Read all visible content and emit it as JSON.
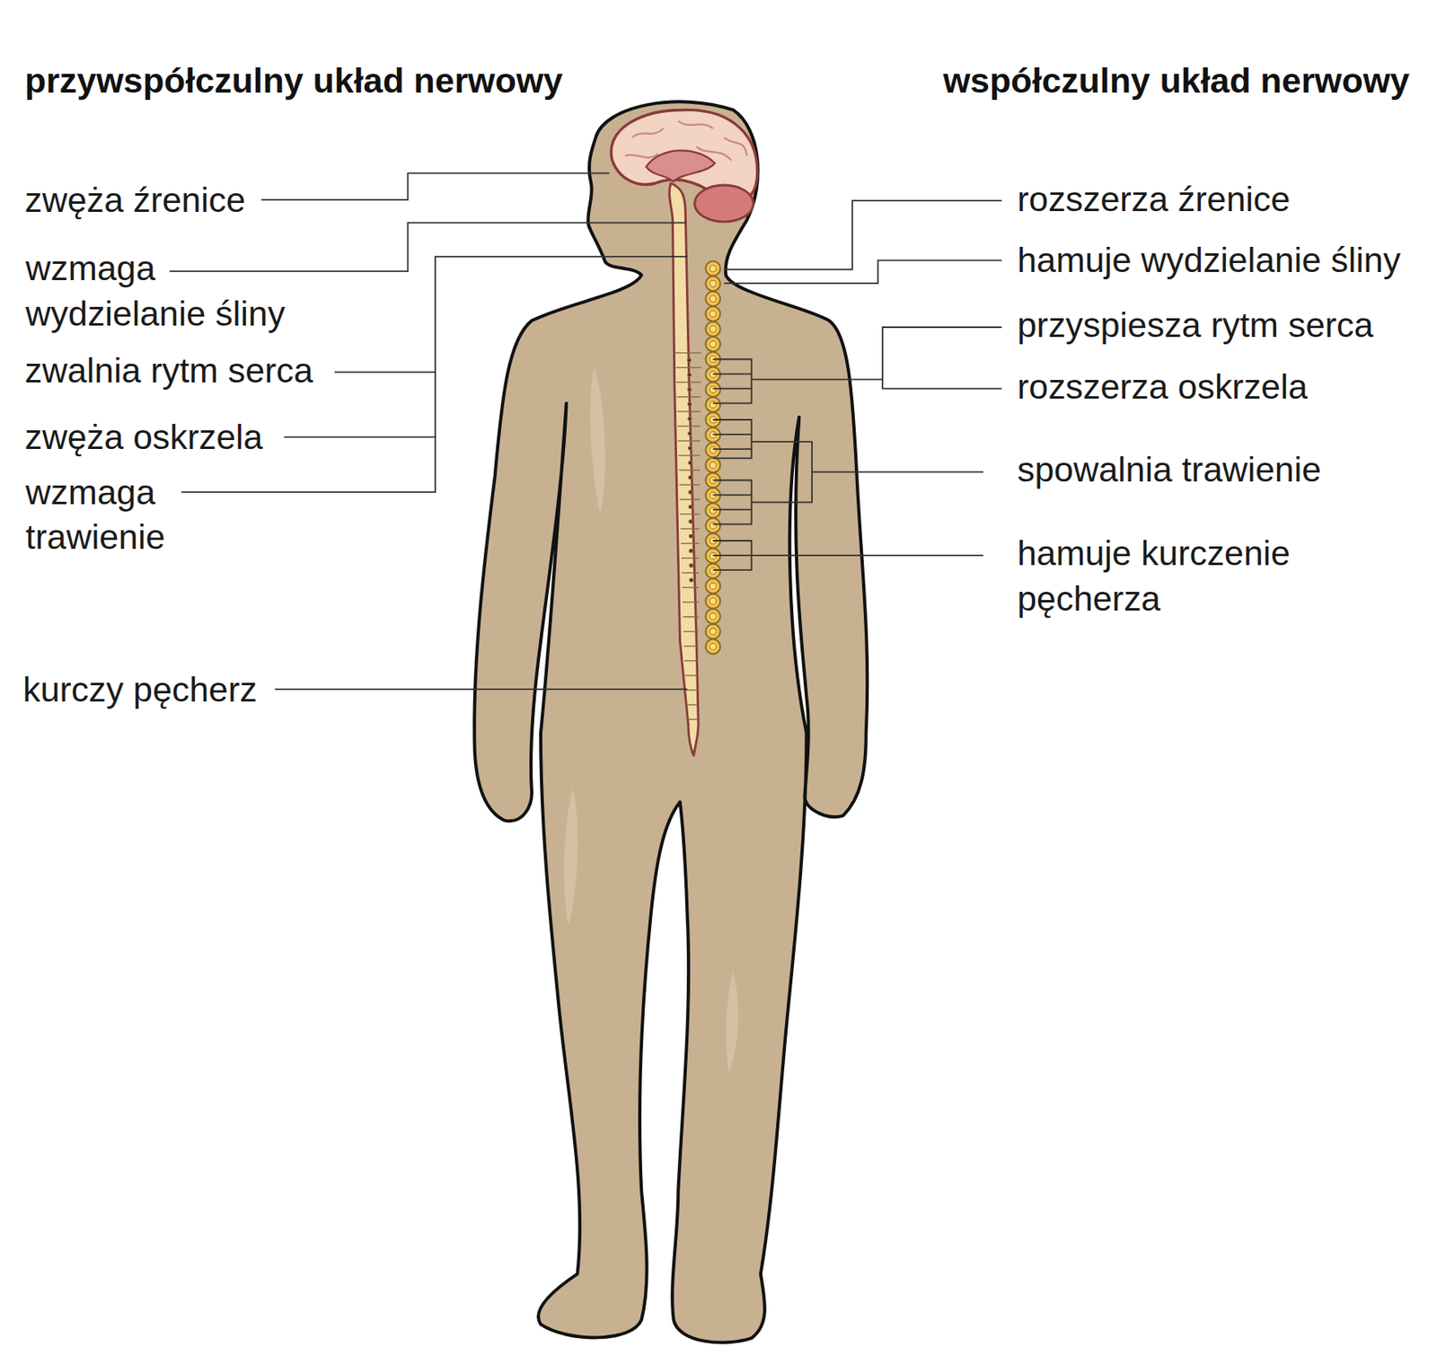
{
  "diagram": {
    "labels": [
      "przywspółczulny układ nerwowy",
      "współczulny układ nerwowy",
      "zwęża źrenice",
      "wzmaga wydzielanie śliny",
      "zwalnia rytm serca",
      "zwęża oskrzela",
      "wzmaga trawienie",
      "kurczy pęcherz",
      "rozszerza źrenice",
      "hamuje wydzielanie śliny",
      "przyspiesza rytm serca",
      "rozszerza oskrzela",
      "spowalnia trawienie",
      "hamuje kurczenie pęcherza"
    ]
  }
}
